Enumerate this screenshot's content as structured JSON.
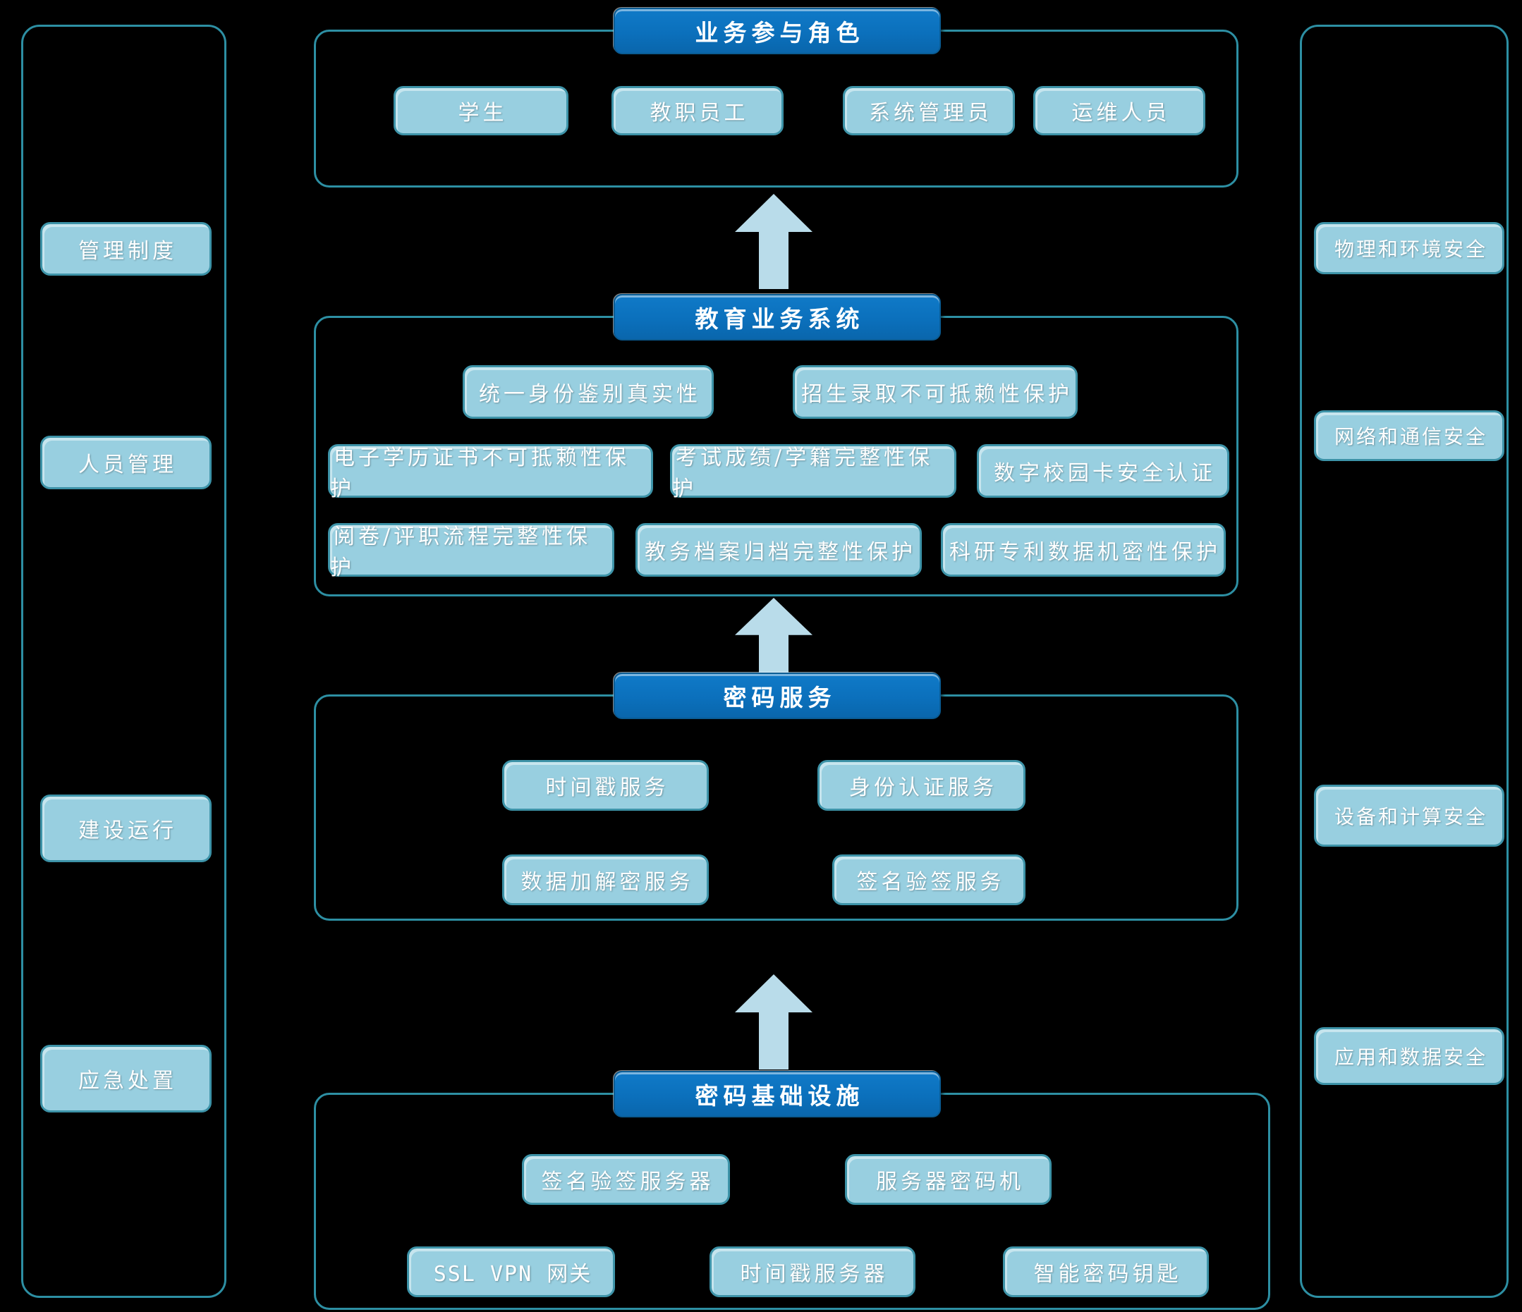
{
  "colors": {
    "background": "#000000",
    "header_fill": "#0b70bc",
    "box_fill": "#98cfe0",
    "box_border": "#3d93a8",
    "panel_border": "#2d8fa3",
    "arrow_fill": "#b9dcea",
    "text": "#ffffff"
  },
  "left_panel": {
    "items": [
      "管理制度",
      "人员管理",
      "建设运行",
      "应急处置"
    ]
  },
  "right_panel": {
    "items": [
      "物理和环境安全",
      "网络和通信安全",
      "设备和计算安全",
      "应用和数据安全"
    ]
  },
  "sections": [
    {
      "header": "业务参与角色",
      "rows": [
        [
          "学生",
          "教职员工",
          "系统管理员",
          "运维人员"
        ]
      ]
    },
    {
      "header": "教育业务系统",
      "rows": [
        [
          "统一身份鉴别真实性",
          "招生录取不可抵赖性保护"
        ],
        [
          "电子学历证书不可抵赖性保护",
          "考试成绩/学籍完整性保护",
          "数字校园卡安全认证"
        ],
        [
          "阅卷/评职流程完整性保护",
          "教务档案归档完整性保护",
          "科研专利数据机密性保护"
        ]
      ]
    },
    {
      "header": "密码服务",
      "rows": [
        [
          "时间戳服务",
          "身份认证服务"
        ],
        [
          "数据加解密服务",
          "签名验签服务"
        ]
      ]
    },
    {
      "header": "密码基础设施",
      "rows": [
        [
          "签名验签服务器",
          "服务器密码机"
        ],
        [
          "SSL VPN 网关",
          "时间戳服务器",
          "智能密码钥匙"
        ]
      ]
    }
  ]
}
